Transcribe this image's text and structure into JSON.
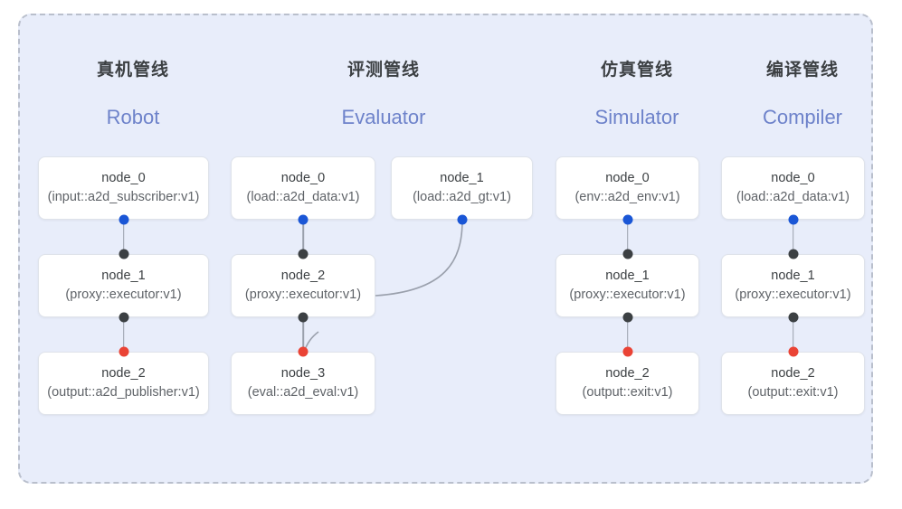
{
  "diagram": {
    "background_color": "#e8edfa",
    "border_color": "#b9bfcc",
    "node_fill": "#ffffff",
    "accent_blue": "#6d82ca",
    "port_out_color": "#1a56d6",
    "port_in_color": "#ea4335",
    "port_mid_color": "#3c4043",
    "edge_color": "#9aa0ac"
  },
  "columns": [
    {
      "key": "robot",
      "title_cn": "真机管线",
      "title_en": "Robot",
      "nodes": [
        {
          "id": "node_0",
          "type": "(input::a2d_subscriber:v1)"
        },
        {
          "id": "node_1",
          "type": "(proxy::executor:v1)"
        },
        {
          "id": "node_2",
          "type": "(output::a2d_publisher:v1)"
        }
      ]
    },
    {
      "key": "evaluator",
      "title_cn": "评测管线",
      "title_en": "Evaluator",
      "nodes": [
        {
          "id": "node_0",
          "type": "(load::a2d_data:v1)"
        },
        {
          "id": "node_1",
          "type": "(load::a2d_gt:v1)"
        },
        {
          "id": "node_2",
          "type": "(proxy::executor:v1)"
        },
        {
          "id": "node_3",
          "type": "(eval::a2d_eval:v1)"
        }
      ]
    },
    {
      "key": "simulator",
      "title_cn": "仿真管线",
      "title_en": "Simulator",
      "nodes": [
        {
          "id": "node_0",
          "type": "(env::a2d_env:v1)"
        },
        {
          "id": "node_1",
          "type": "(proxy::executor:v1)"
        },
        {
          "id": "node_2",
          "type": "(output::exit:v1)"
        }
      ]
    },
    {
      "key": "compiler",
      "title_cn": "编译管线",
      "title_en": "Compiler",
      "nodes": [
        {
          "id": "node_0",
          "type": "(load::a2d_data:v1)"
        },
        {
          "id": "node_1",
          "type": "(proxy::executor:v1)"
        },
        {
          "id": "node_2",
          "type": "(output::exit:v1)"
        }
      ]
    }
  ]
}
